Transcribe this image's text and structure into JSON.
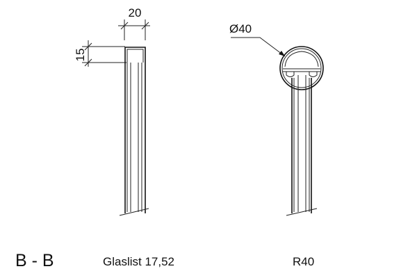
{
  "left_drawing": {
    "dim_width": "20",
    "dim_height": "15"
  },
  "right_drawing": {
    "dim_diameter": "Ø40"
  },
  "captions": {
    "section": "B - B",
    "left_label": "Glaslist 17,52",
    "right_label": "R40"
  }
}
